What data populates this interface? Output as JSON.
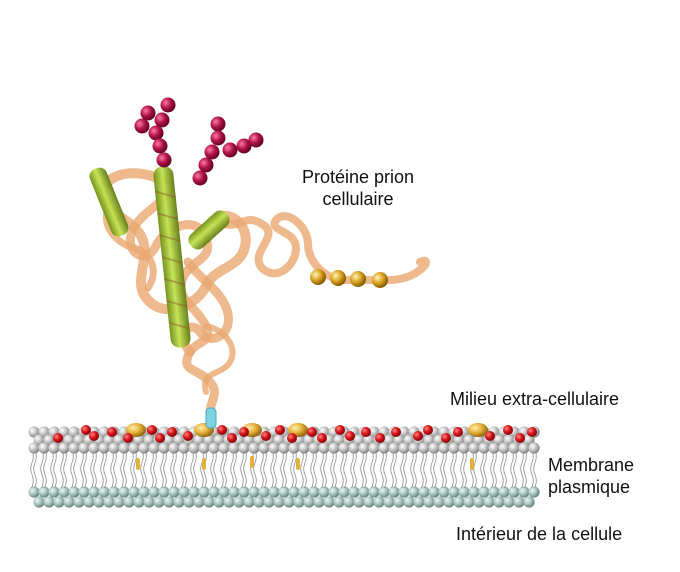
{
  "labels": {
    "protein_line1": "Protéine prion",
    "protein_line2": "cellulaire",
    "extracellular": "Milieu extra-cellulaire",
    "membrane_line1": "Membrane",
    "membrane_line2": "plasmique",
    "interior": "Intérieur de la cellule"
  },
  "colors": {
    "ribbon": "#e8a870",
    "helix": "#9cc630",
    "glycan": "#b0134a",
    "headgroup_gray": "#b4b4b4",
    "headgroup_red": "#d9141b",
    "headgroup_gold": "#e6b13a",
    "inner_leaflet": "#a9c5bf",
    "gpi_anchor": "#7dd3e0",
    "copper": "#d9a320"
  }
}
